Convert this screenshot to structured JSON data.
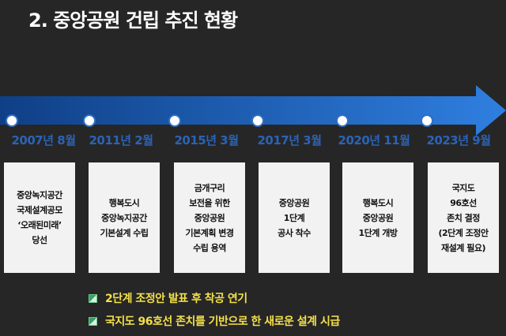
{
  "title": "2. 중앙공원 건립 추진 현황",
  "colors": {
    "background": "#262626",
    "arrow_start": "#0f3f86",
    "arrow_end": "#2f7fe0",
    "date_text": "#2b63b6",
    "card_bg": "#f2f2f2",
    "note_text": "#f3e04a"
  },
  "milestones": [
    {
      "date": "2007년 8월",
      "lines": [
        "중앙녹지공간",
        "국제설계공모",
        "‘오래된미래’",
        "당선"
      ]
    },
    {
      "date": "2011년 2월",
      "lines": [
        "행복도시",
        "중앙녹지공간",
        "기본설계 수립"
      ]
    },
    {
      "date": "2015년 3월",
      "lines": [
        "금개구리",
        "보전을 위한",
        "중앙공원",
        "기본계획 변경",
        "수립 용역"
      ]
    },
    {
      "date": "2017년 3월",
      "lines": [
        "중앙공원",
        "1단계",
        "공사 착수"
      ]
    },
    {
      "date": "2020년 11월",
      "lines": [
        "행복도시",
        "중앙공원",
        "1단계 개방"
      ]
    },
    {
      "date": "2023년 9월",
      "lines": [
        "국지도",
        "96호선",
        "존치 결정",
        "(2단계 조정안",
        "재설계 필요)"
      ]
    }
  ],
  "notes": [
    {
      "icon": "square-bullet-icon",
      "text": "2단계 조정안 발표 후 착공 연기"
    },
    {
      "icon": "square-bullet-icon",
      "text": "국지도 96호선 존치를 기반으로 한 새로운 설계 시급"
    }
  ]
}
